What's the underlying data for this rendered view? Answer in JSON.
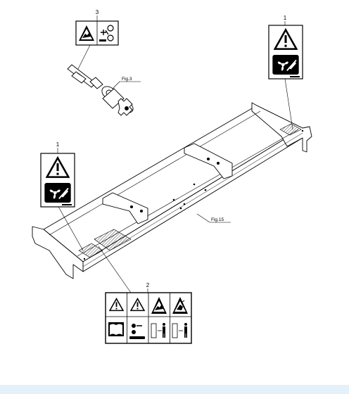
{
  "callouts": {
    "label_1_right": "1",
    "label_1_left": "1",
    "label_2": "2",
    "label_3": "3"
  },
  "figure_refs": {
    "fig3": "Fig.3",
    "fig15": "Fig.15"
  },
  "icons": {
    "warning": "warning-triangle-icon",
    "fan_hazard": "fan-entanglement-icon",
    "crush_hazard": "hand-crush-icon",
    "manual": "read-manual-icon",
    "shutdown": "engine-off-key-icon",
    "keep_distance": "keep-distance-icon"
  },
  "colors": {
    "line": "#000000",
    "background": "#ffffff",
    "band": "#e4f1fb"
  }
}
